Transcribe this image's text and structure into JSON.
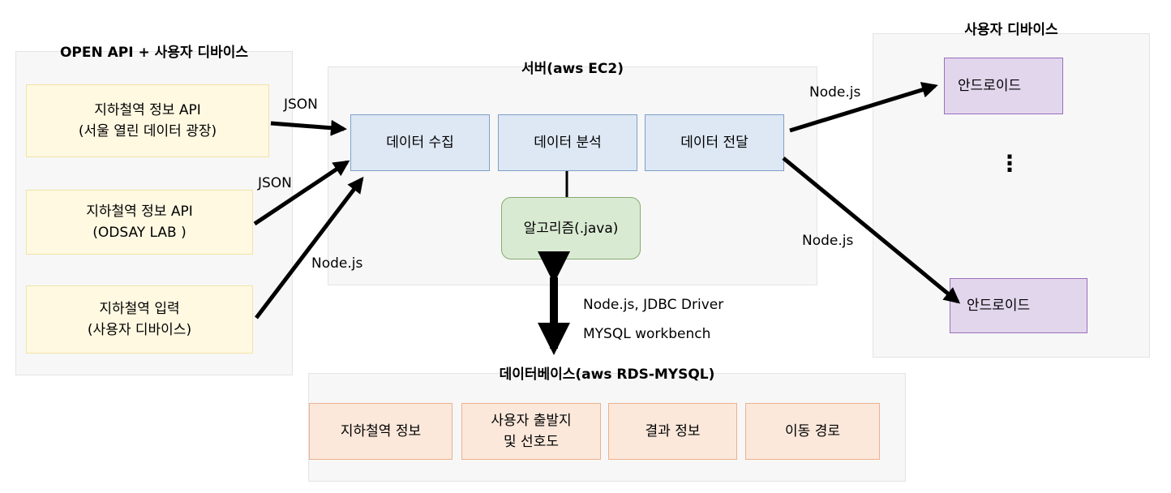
{
  "sources": {
    "title": "OPEN API + 사용자 디바이스",
    "items": [
      {
        "line1": "지하철역 정보 API",
        "line2": "(서울 열린 데이터 광장)"
      },
      {
        "line1": "지하철역 정보 API",
        "line2": "(ODSAY LAB )"
      },
      {
        "line1": "지하철역 입력",
        "line2": "(사용자 디바이스)"
      }
    ]
  },
  "server": {
    "title": "서버(aws EC2)",
    "collect": "데이터 수집",
    "analyze": "데이터 분석",
    "deliver": "데이터 전달",
    "algorithm": "알고리즘(.java)"
  },
  "devices": {
    "title": "사용자 디바이스",
    "device1": "안드로이드",
    "device2": "안드로이드",
    "ellipsis": "⋮"
  },
  "database": {
    "title": "데이터베이스(aws RDS-MYSQL)",
    "tables": [
      {
        "line1": "지하철역 정보",
        "line2": ""
      },
      {
        "line1": "사용자 출발지",
        "line2": "및 선호도"
      },
      {
        "line1": "결과 정보",
        "line2": ""
      },
      {
        "line1": "이동 경로",
        "line2": ""
      }
    ]
  },
  "edges": {
    "src1_label": "JSON",
    "src2_label": "JSON",
    "src3_label": "Node.js",
    "dev1_label": "Node.js",
    "dev2_label": "Node.js",
    "db_label1": "Node.js, JDBC Driver",
    "db_label2": "MYSQL workbench"
  },
  "colors": {
    "source_fill": "#fff9e2",
    "server_fill": "#dde8f4",
    "algorithm_fill": "#d9ead3",
    "device_fill": "#e2d6ed",
    "db_fill": "#fbe8db",
    "arrow": "#000000"
  }
}
